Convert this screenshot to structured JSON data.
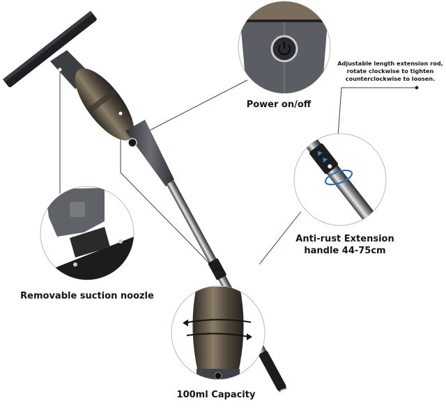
{
  "product": {
    "type": "handheld window vacuum with extension rod",
    "colors": {
      "body": "#4a4d52",
      "tank": "#5a5246",
      "rod": "#b9bcbf",
      "grip": "#1c1c1c",
      "callout_line": "#2f3e52",
      "arrow_accent": "#2d6cc0"
    }
  },
  "callouts": {
    "power": {
      "label": "Power on/off",
      "icon": "power-icon"
    },
    "adjust": {
      "label": "Adjustable length extension rod, rotate clockwise to tighten counterclockwise to loosen."
    },
    "extension": {
      "label": "Anti-rust Extension handle 44-75cm"
    },
    "nozzle": {
      "label": "Removable suction noozle"
    },
    "capacity": {
      "label": "100ml Capacity"
    }
  }
}
